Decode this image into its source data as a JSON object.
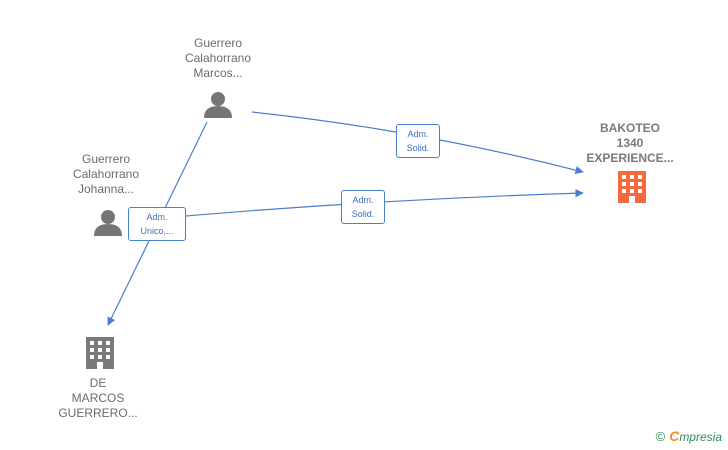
{
  "nodes": {
    "person1": {
      "label": "Guerrero\nCalahorrano\nMarcos..."
    },
    "person2": {
      "label": "Guerrero\nCalahorrano\nJohanna..."
    },
    "company_main": {
      "label": "BAKOTEO\n1340\nEXPERIENCE..."
    },
    "company2": {
      "label": "DE\nMARCOS\nGUERRERO..."
    }
  },
  "edges": {
    "e1": {
      "label": "Adm.\nSolid."
    },
    "e2": {
      "label": "Adm.\nSolid."
    },
    "e3": {
      "label": "Adm.\nUnico,..."
    }
  },
  "brand": {
    "copyright": "©",
    "name_first": "C",
    "name_rest": "mpresia"
  },
  "colors": {
    "edge": "#4a7fcb",
    "person": "#757575",
    "company": "#7a7a7a",
    "company_main": "#f26a3d"
  }
}
